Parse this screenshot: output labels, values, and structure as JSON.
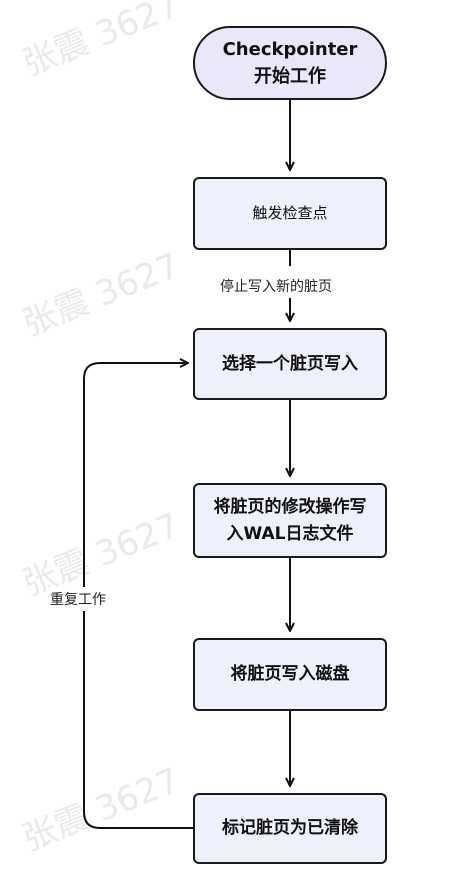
{
  "watermark": "张震 3627",
  "nodes": {
    "start": "Checkpointer\n开始工作",
    "trigger": "触发检查点",
    "select": "选择一个脏页写入",
    "wal": "将脏页的修改操作写\n入WAL日志文件",
    "disk": "将脏页写入磁盘",
    "mark": "标记脏页为已清除"
  },
  "edge_labels": {
    "stop": "停止写入新的脏页",
    "repeat": "重复工作"
  }
}
